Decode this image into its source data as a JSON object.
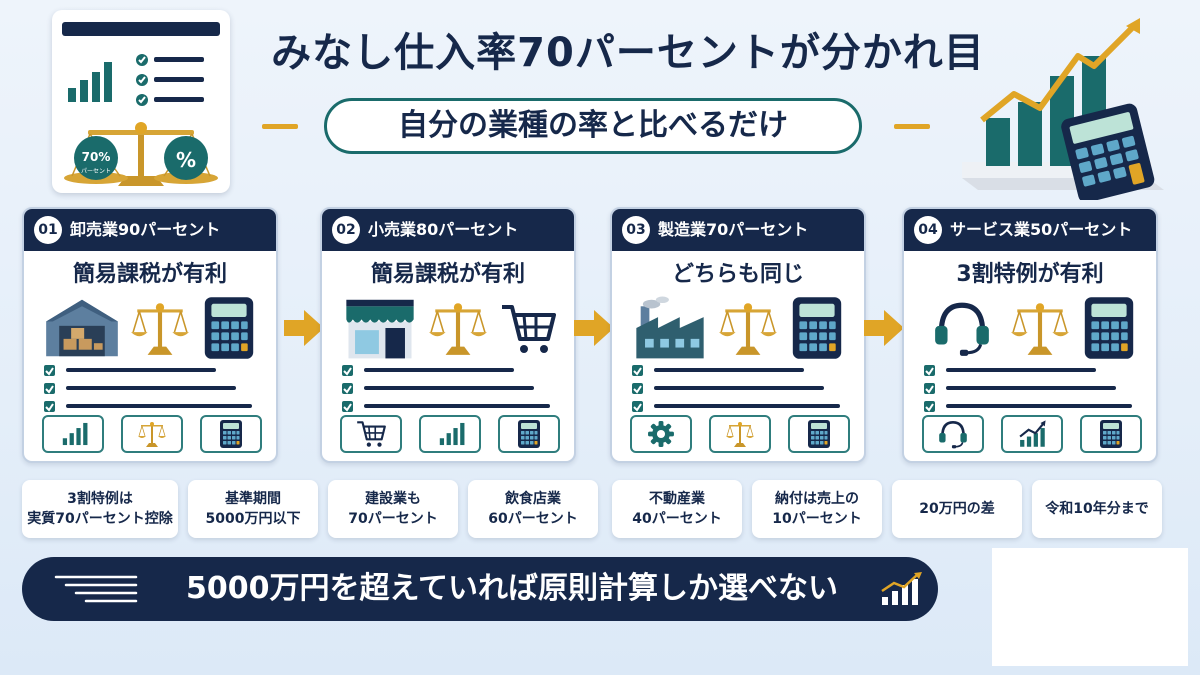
{
  "title": "みなし仕入率70パーセントが分かれ目",
  "subtitle": "自分の業種の率と比べるだけ",
  "doc_illustration": {
    "label_left": "70%",
    "label_left_sub": "パーセント",
    "label_right": "%"
  },
  "colors": {
    "navy": "#16284a",
    "teal": "#1a6b6b",
    "gold": "#e0a526"
  },
  "cards": [
    {
      "num": "01",
      "title": "卸売業90パーセント",
      "verdict": "簡易課税が有利",
      "icons": [
        "warehouse-icon",
        "balance-scale-icon",
        "calculator-icon"
      ],
      "buttons": [
        "bar-chart-icon",
        "balance-scale-icon",
        "calculator-icon"
      ]
    },
    {
      "num": "02",
      "title": "小売業80パーセント",
      "verdict": "簡易課税が有利",
      "icons": [
        "storefront-icon",
        "balance-scale-icon",
        "shopping-cart-icon"
      ],
      "buttons": [
        "shopping-cart-icon",
        "bar-chart-icon",
        "calculator-icon"
      ]
    },
    {
      "num": "03",
      "title": "製造業70パーセント",
      "verdict": "どちらも同じ",
      "icons": [
        "factory-icon",
        "balance-scale-icon",
        "calculator-icon"
      ],
      "buttons": [
        "gear-icon",
        "balance-scale-icon",
        "calculator-icon"
      ]
    },
    {
      "num": "04",
      "title": "サービス業50パーセント",
      "verdict": "3割特例が有利",
      "icons": [
        "headset-icon",
        "balance-scale-icon",
        "calculator-icon"
      ],
      "buttons": [
        "headset-icon",
        "trend-chart-icon",
        "calculator-icon"
      ]
    }
  ],
  "facts": [
    "3割特例は\n実質70パーセント控除",
    "基準期間\n5000万円以下",
    "建設業も\n70パーセント",
    "飲食店業\n60パーセント",
    "不動産業\n40パーセント",
    "納付は売上の\n10パーセント",
    "20万円の差",
    "令和10年分まで"
  ],
  "banner": {
    "text": "5000万円を超えていれば原則計算しか選べない"
  }
}
